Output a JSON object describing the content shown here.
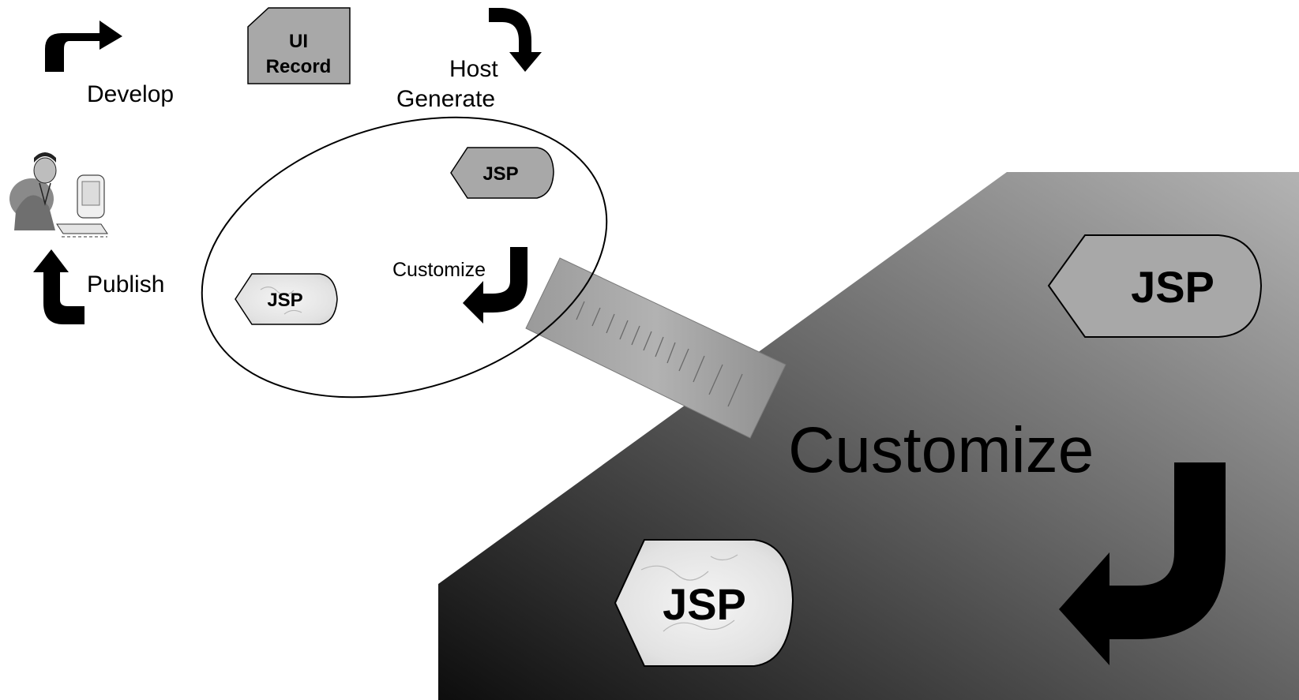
{
  "labels": {
    "develop": "Develop",
    "host": "Host",
    "generate": "Generate",
    "publish": "Publish",
    "customize_small": "Customize",
    "customize_large": "Customize"
  },
  "ui_record": {
    "line1": "UI",
    "line2": "Record"
  },
  "jsp": {
    "small_grey": "JSP",
    "small_marble": "JSP",
    "large_grey": "JSP",
    "large_marble": "JSP"
  },
  "colors": {
    "background": "#ffffff",
    "panel_dark": "#111111",
    "panel_light": "#b5b5b5",
    "shape_grey": "#a8a8a8",
    "arrow": "#000000"
  },
  "icons": {
    "person": "developer-at-computer-icon",
    "zoom": "zoom-beam-icon",
    "arrows": [
      "curved-arrow-right-icon",
      "curved-arrow-down-icon",
      "curved-arrow-up-icon",
      "curved-arrow-down-left-icon"
    ]
  }
}
